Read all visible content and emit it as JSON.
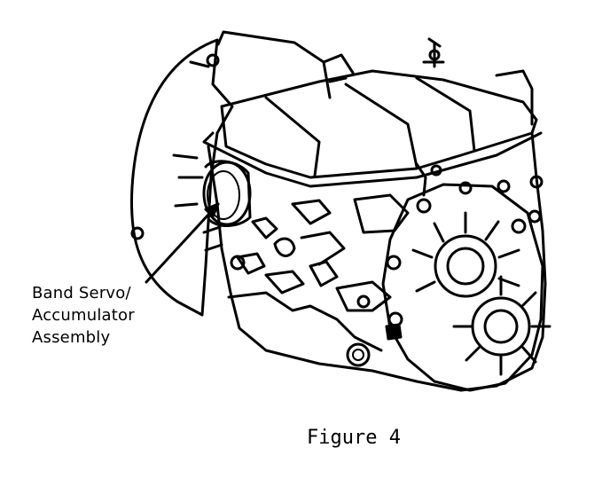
{
  "diagram": {
    "callout": {
      "line1": "Band Servo/",
      "line2": "Accumulator",
      "line3": "Assembly"
    },
    "caption": "Figure 4"
  }
}
